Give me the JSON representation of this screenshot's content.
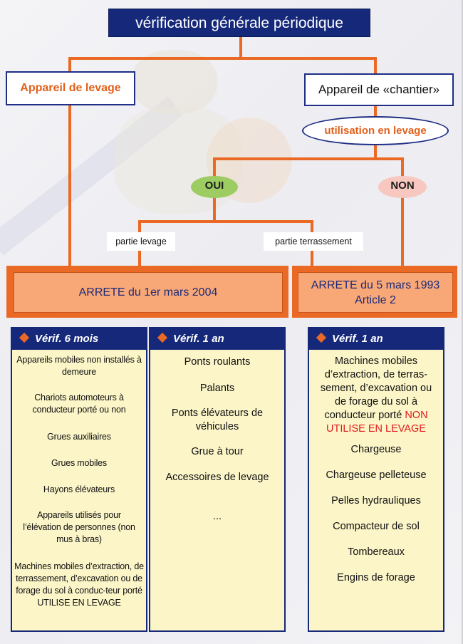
{
  "title": "vérification générale périodique",
  "left_branch": {
    "label": "Appareil de levage"
  },
  "right_branch": {
    "label": "Appareil de «chantier»",
    "question": "utilisation en levage",
    "yes": "OUI",
    "no": "NON",
    "yes_left": "partie levage",
    "yes_right": "partie terrassement"
  },
  "arretes": {
    "left": "ARRETE du 1er mars 2004",
    "right_line1": "ARRETE du 5 mars 1993",
    "right_line2": "Article 2"
  },
  "columns": [
    {
      "header": "Vérif. 6 mois",
      "items": [
        "Appareils mobiles non installés à demeure",
        "Chariots automoteurs à conducteur porté ou non",
        "Grues auxiliaires",
        "Grues mobiles",
        "Hayons élévateurs",
        "Appareils utilisés pour l’élévation de personnes (non mus à bras)",
        "Machines mobiles d’extraction, de terrassement, d’excavation ou de forage du sol à conduc-teur porté UTILISE EN LEVAGE"
      ]
    },
    {
      "header": "Vérif. 1 an",
      "items": [
        "Ponts roulants",
        "Palants",
        "Ponts élévateurs de véhicules",
        "Grue à tour",
        "Accessoires de levage",
        "..."
      ]
    },
    {
      "header": "Vérif. 1 an",
      "intro": "Machines mobiles d’extraction, de terras-sement, d’excavation ou de forage du sol à conducteur porté",
      "intro_red": "NON UTILISE EN LEVAGE",
      "items": [
        "Chargeuse",
        "Chargeuse pelleteuse",
        "Pelles hydrauliques",
        "Compacteur de sol",
        "Tombereaux",
        "Engins de forage"
      ]
    }
  ],
  "colors": {
    "navy": "#16287a",
    "orange": "#ea6a25",
    "salmon": "#f8a877",
    "cream": "#fbf5c8",
    "oui_green": "#9dcc62",
    "non_pink": "#f7c7c0",
    "red_text": "#e01b1b"
  }
}
